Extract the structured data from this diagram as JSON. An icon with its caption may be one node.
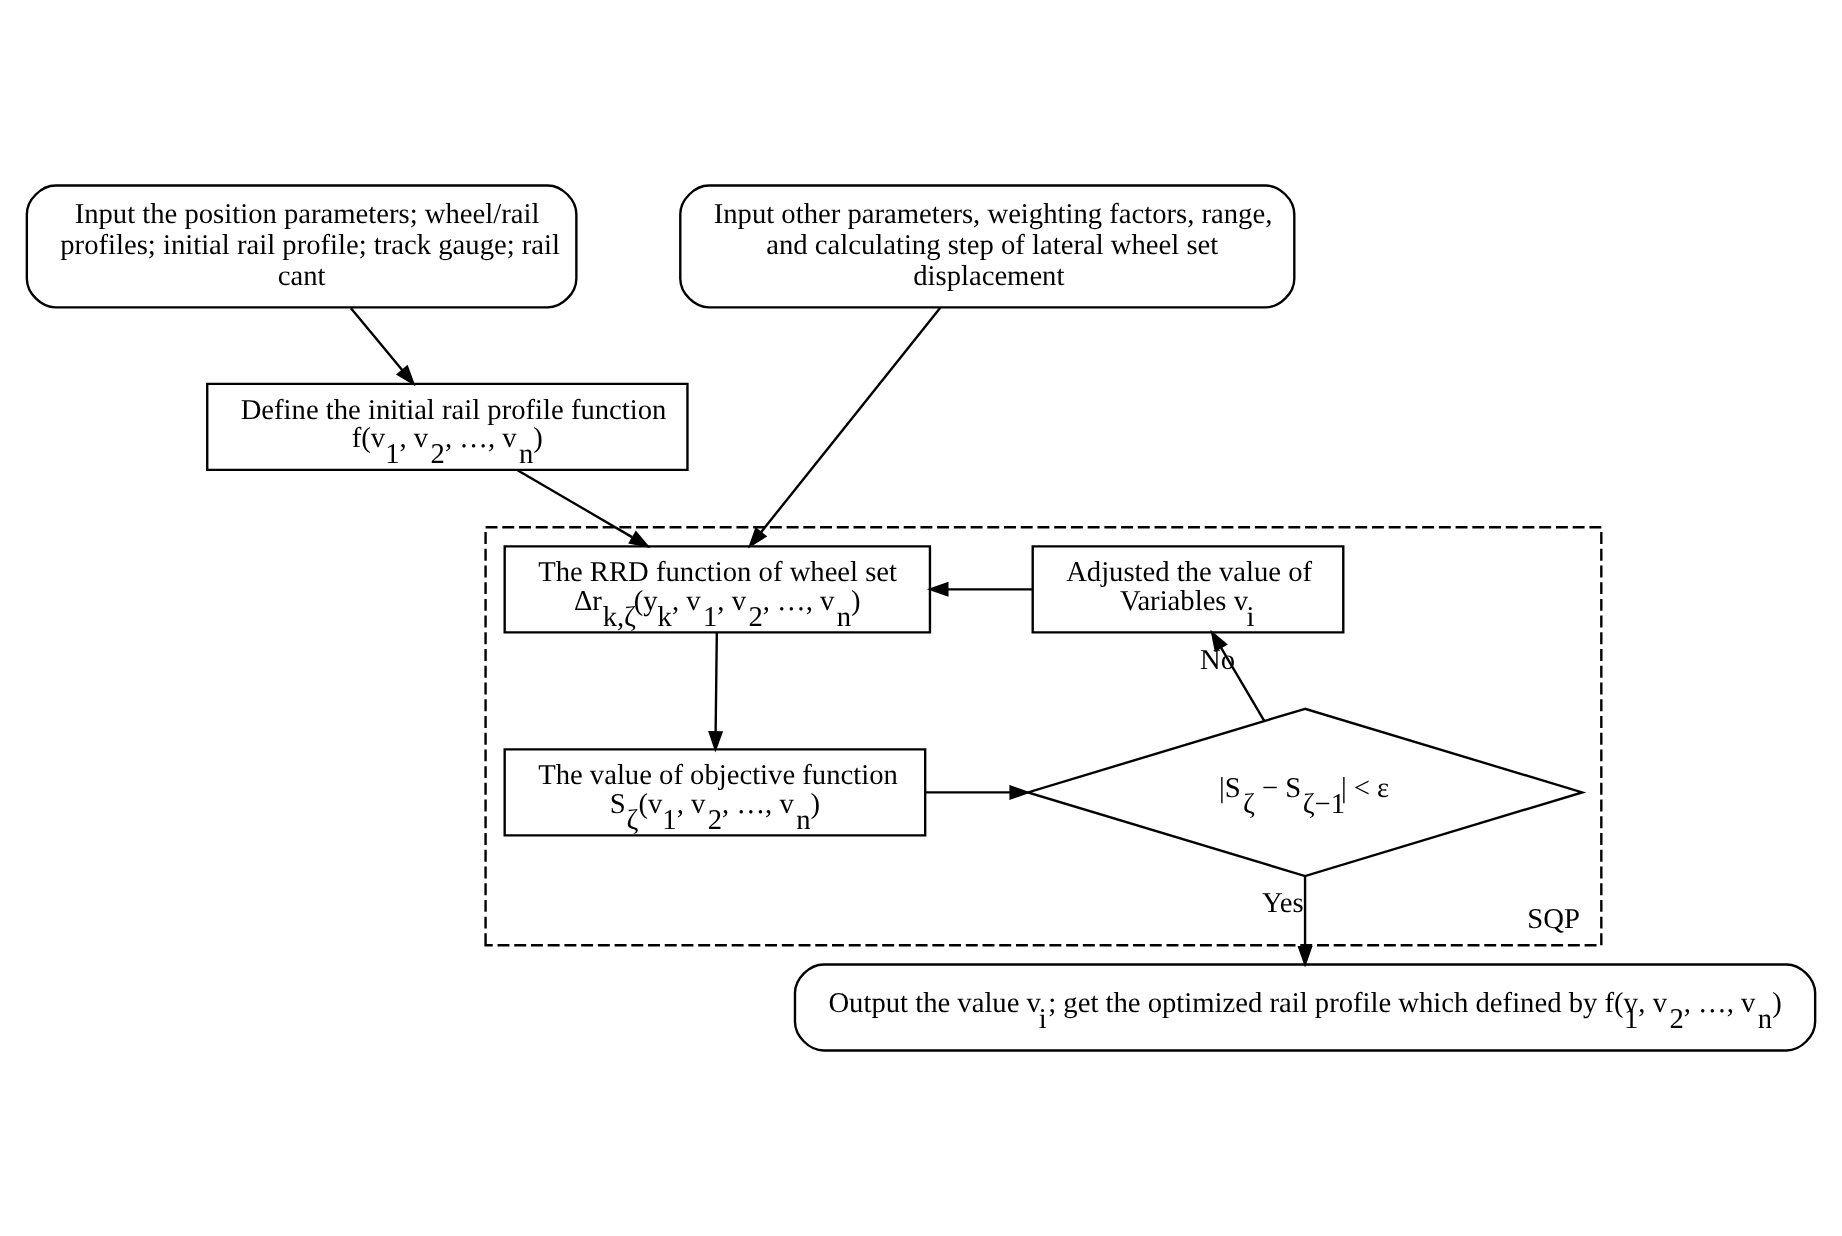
{
  "diagram": {
    "nodes": [
      {
        "text": [
          "Input the position parameters; wheel/rail profiles; initial rail profile; track gauge; rail cant"
        ]
      },
      {
        "text": [
          "Input other parameters, weighting factors, range, and calculating step of lateral wheel set displacement"
        ]
      },
      {
        "text": [
          "Define the initial rail profile function",
          "f(v$_{1}$, v$_{2}$, …, v$_{n}$)"
        ]
      },
      {
        "text": [
          "SQP"
        ]
      },
      {
        "text": [
          "The RRD function of wheel set",
          "Δr$_{k,ζ}$(y$_{k}$, v$_{1}$, v$_{2}$, …, v$_{n}$)"
        ],
        "in": 3
      },
      {
        "text": [
          "Adjusted the value of",
          "Variables v$_{i}$"
        ],
        "in": 3
      },
      {
        "text": [
          "The value of objective function",
          "S$_{ζ}$(v$_{1}$, v$_{2}$, …, v$_{n}$)"
        ],
        "in": 3
      },
      {
        "text": [
          "|S$_{ζ}$ − S$_{ζ−1}$| < ε"
        ],
        "in": 3
      },
      {
        "text": [
          "Output the value v$_{i}$; get the optimized rail profile which defined by f(v$_{1}$, v$_{2}$, …, v$_{n}$)"
        ]
      }
    ],
    "edges": [
      {
        "from": 0,
        "to": 2,
        "arrow": "to"
      },
      {
        "from": 2,
        "to": 4,
        "arrow": "to"
      },
      {
        "from": 1,
        "to": 4,
        "arrow": "to"
      },
      {
        "from": 4,
        "to": 6,
        "arrow": "to"
      },
      {
        "from": 6,
        "to": 7,
        "arrow": "to"
      },
      {
        "from": 7,
        "to": 5,
        "label": "No",
        "arrow": "to"
      },
      {
        "from": 5,
        "to": 4,
        "arrow": "to"
      },
      {
        "from": 7,
        "to": 8,
        "label": "Yes",
        "arrow": "to"
      }
    ]
  }
}
